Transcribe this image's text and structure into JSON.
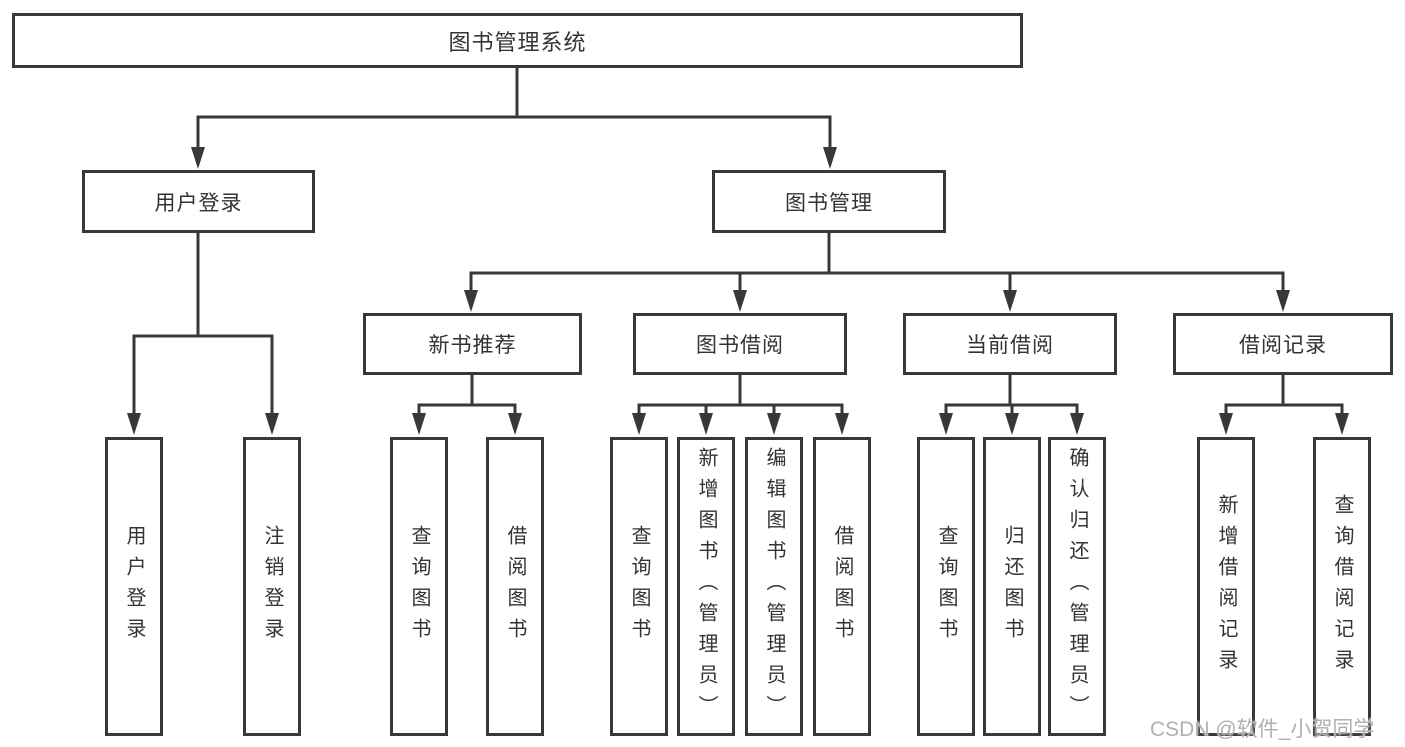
{
  "tree": {
    "root": "图书管理系统",
    "login": {
      "label": "用户登录",
      "children": [
        "用户登录",
        "注销登录"
      ]
    },
    "management": {
      "label": "图书管理",
      "sections": [
        {
          "label": "新书推荐",
          "children": [
            "查询图书",
            "借阅图书"
          ]
        },
        {
          "label": "图书借阅",
          "children": [
            "查询图书",
            "新增图书（管理员）",
            "编辑图书（管理员）",
            "借阅图书"
          ]
        },
        {
          "label": "当前借阅",
          "children": [
            "查询图书",
            "归还图书",
            "确认归还（管理员）"
          ]
        },
        {
          "label": "借阅记录",
          "children": [
            "新增借阅记录",
            "查询借阅记录"
          ]
        }
      ]
    }
  },
  "watermark": "CSDN @软件_小贺同学",
  "colors": {
    "line": "#383838",
    "text": "#333333",
    "watermark": "#b0b0b0",
    "background": "#ffffff"
  }
}
